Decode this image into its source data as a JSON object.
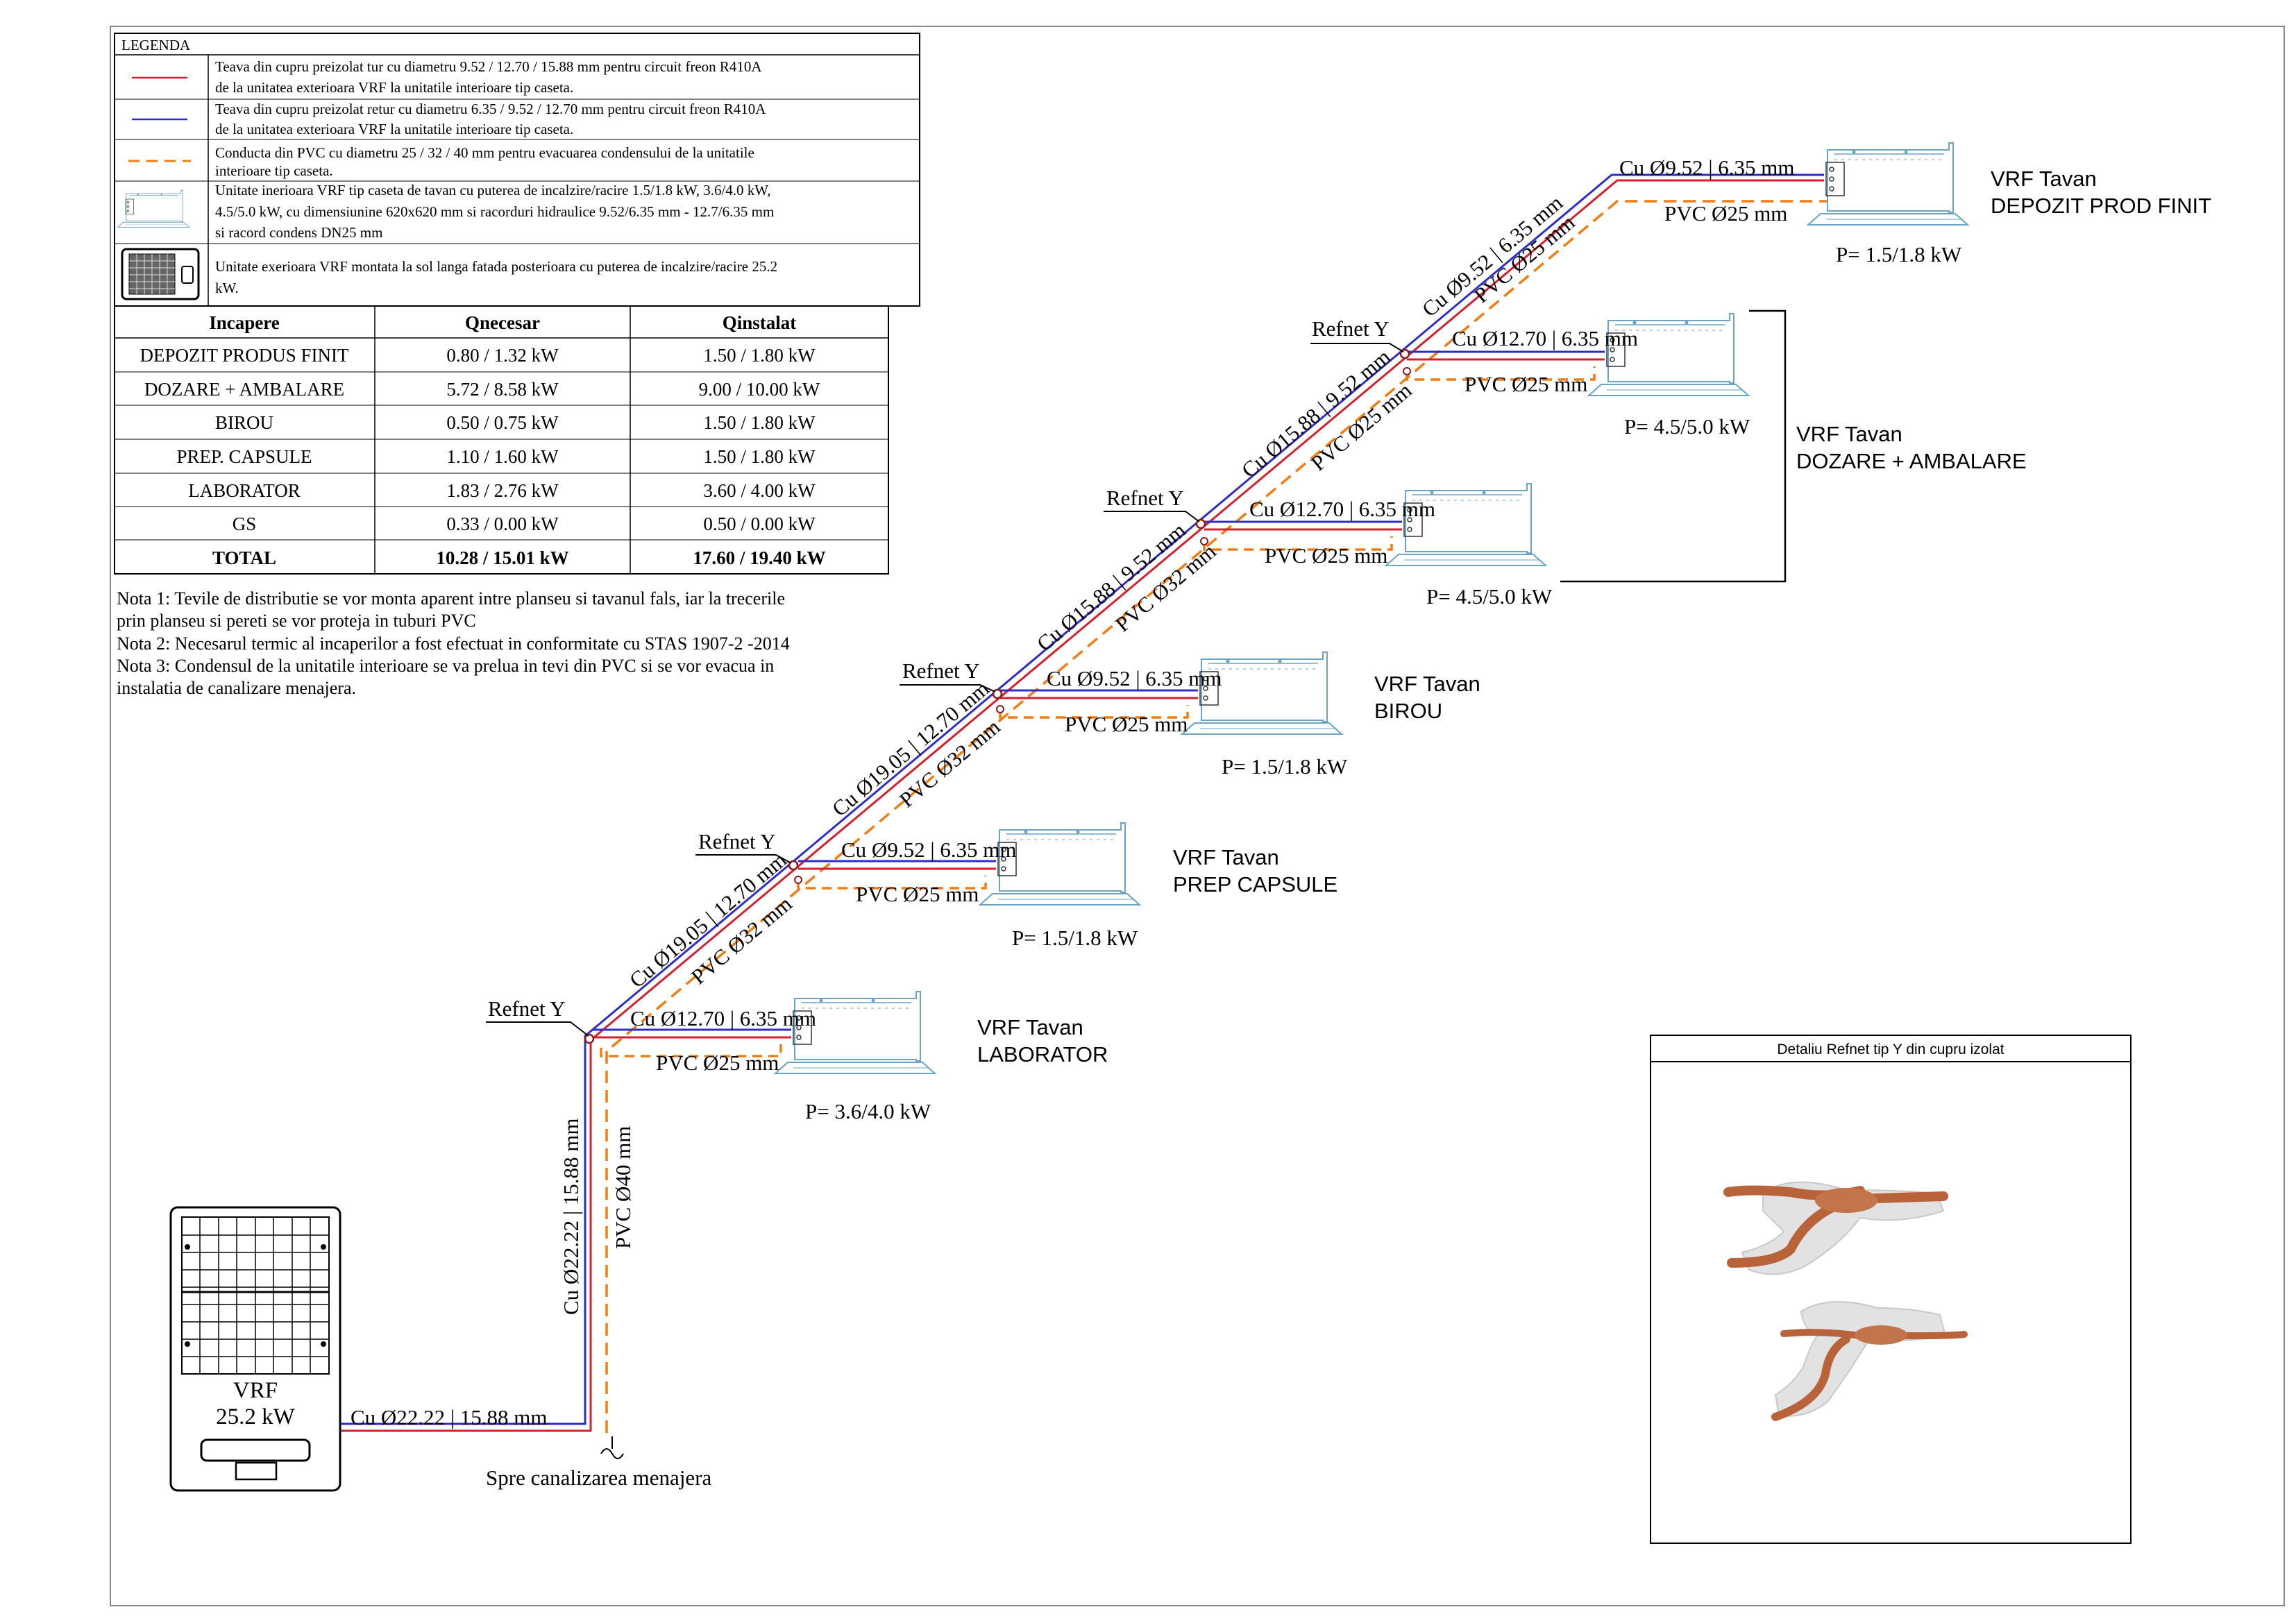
{
  "colors": {
    "supply": "#d1212c",
    "return": "#2d2dc8",
    "condensate": "#f07d14",
    "frame": "#888888",
    "unit": "#6aa3c4",
    "copper": "#b8633a"
  },
  "legend": {
    "title": "LEGENDA",
    "rows": [
      {
        "icon": "red-line",
        "lines": [
          "Teava din cupru preizolat tur cu diametru 9.52 / 12.70 / 15.88 mm pentru circuit freon R410A",
          "de la unitatea exterioara VRF la unitatile interioare tip caseta."
        ]
      },
      {
        "icon": "blue-line",
        "lines": [
          "Teava din cupru preizolat retur cu diametru 6.35 / 9.52 / 12.70 mm pentru circuit freon R410A",
          "de la unitatea exterioara VRF la unitatile interioare tip caseta."
        ]
      },
      {
        "icon": "orange-dashed-line",
        "lines": [
          "Conducta din PVC cu diametru 25 / 32 / 40 mm pentru evacuarea condensului de la  unitatile",
          "interioare tip caseta."
        ]
      },
      {
        "icon": "indoor-unit",
        "lines": [
          "Unitate inerioara VRF tip caseta de tavan cu puterea de incalzire/racire 1.5/1.8 kW, 3.6/4.0 kW,",
          "4.5/5.0 kW, cu dimensiunine 620x620 mm si racorduri hidraulice 9.52/6.35 mm - 12.7/6.35 mm",
          "si racord condens DN25 mm"
        ]
      },
      {
        "icon": "outdoor-unit",
        "lines": [
          "Unitate exerioara VRF montata la sol langa fatada posterioara cu puterea de incalzire/racire 25.2",
          "kW."
        ]
      }
    ]
  },
  "table": {
    "headers": [
      "Incapere",
      "Qnecesar",
      "Qinstalat"
    ],
    "rows": [
      [
        "DEPOZIT PRODUS FINIT",
        "0.80 / 1.32 kW",
        "1.50 / 1.80 kW"
      ],
      [
        "DOZARE + AMBALARE",
        "5.72 / 8.58 kW",
        "9.00 / 10.00 kW"
      ],
      [
        "BIROU",
        "0.50 / 0.75 kW",
        "1.50 / 1.80 kW"
      ],
      [
        "PREP. CAPSULE",
        "1.10 / 1.60 kW",
        "1.50 / 1.80 kW"
      ],
      [
        "LABORATOR",
        "1.83 / 2.76 kW",
        "3.60 / 4.00 kW"
      ],
      [
        "GS",
        "0.33 / 0.00 kW",
        "0.50 / 0.00 kW"
      ]
    ],
    "total": [
      "TOTAL",
      "10.28 / 15.01 kW",
      "17.60 / 19.40 kW"
    ]
  },
  "notes": [
    "Nota 1: Tevile de distributie se vor monta aparent intre planseu si tavanul fals, iar la trecerile",
    "prin planseu si pereti se vor proteja in tuburi PVC",
    "Nota 2: Necesarul termic al incaperilor a fost efectuat in conformitate cu STAS 1907-2 -2014",
    "Nota 3: Condensul de la unitatile interioare se va prelua in tevi din PVC si se vor evacua in",
    "instalatia de canalizare menajera."
  ],
  "outdoor_unit": {
    "title": "VRF",
    "power": "25.2 kW"
  },
  "main_pipe": {
    "horizontal_label": "Cu Ø22.22 | 15.88 mm",
    "vertical_cu": "Cu Ø22.22 | 15.88 mm",
    "vertical_pvc": "PVC Ø40 mm",
    "drain_label": "Spre canalizarea menajera"
  },
  "refnet_label": "Refnet Y",
  "riser_labels": [
    {
      "cu": "Cu Ø19.05 | 12.70 mm",
      "pvc": "PVC Ø32 mm"
    },
    {
      "cu": "Cu Ø19.05 | 12.70 mm",
      "pvc": "PVC Ø32 mm"
    },
    {
      "cu": "Cu Ø15.88 | 9.52 mm",
      "pvc": "PVC Ø32 mm"
    },
    {
      "cu": "Cu Ø15.88 | 9.52 mm",
      "pvc": "PVC Ø25 mm"
    },
    {
      "cu": "Cu Ø9.52 | 6.35 mm",
      "pvc": "PVC Ø25 mm"
    }
  ],
  "branches": [
    {
      "cu": "Cu Ø12.70 | 6.35 mm",
      "pvc": "PVC Ø25 mm",
      "name": [
        "VRF Tavan",
        "LABORATOR"
      ],
      "power": "P= 3.6/4.0 kW"
    },
    {
      "cu": "Cu Ø9.52 | 6.35 mm",
      "pvc": "PVC Ø25 mm",
      "name": [
        "VRF Tavan",
        "PREP CAPSULE"
      ],
      "power": "P= 1.5/1.8 kW"
    },
    {
      "cu": "Cu Ø9.52 | 6.35 mm",
      "pvc": "PVC Ø25 mm",
      "name": [
        "VRF Tavan",
        "BIROU"
      ],
      "power": "P= 1.5/1.8 kW"
    },
    {
      "cu": "Cu Ø12.70 | 6.35 mm",
      "pvc": "PVC Ø25 mm",
      "name": [
        "VRF Tavan",
        "DOZARE + AMBALARE"
      ],
      "power": "P= 4.5/5.0 kW"
    },
    {
      "cu": "Cu Ø12.70 | 6.35 mm",
      "pvc": "PVC Ø25 mm",
      "name": [],
      "power": "P= 4.5/5.0 kW"
    },
    {
      "cu": "Cu Ø9.52 | 6.35 mm",
      "pvc": "PVC Ø25 mm",
      "name": [
        "VRF Tavan",
        "DEPOZIT PROD FINIT"
      ],
      "power": "P= 1.5/1.8 kW"
    }
  ],
  "detail": {
    "title": "Detaliu Refnet tip Y din cupru izolat"
  }
}
